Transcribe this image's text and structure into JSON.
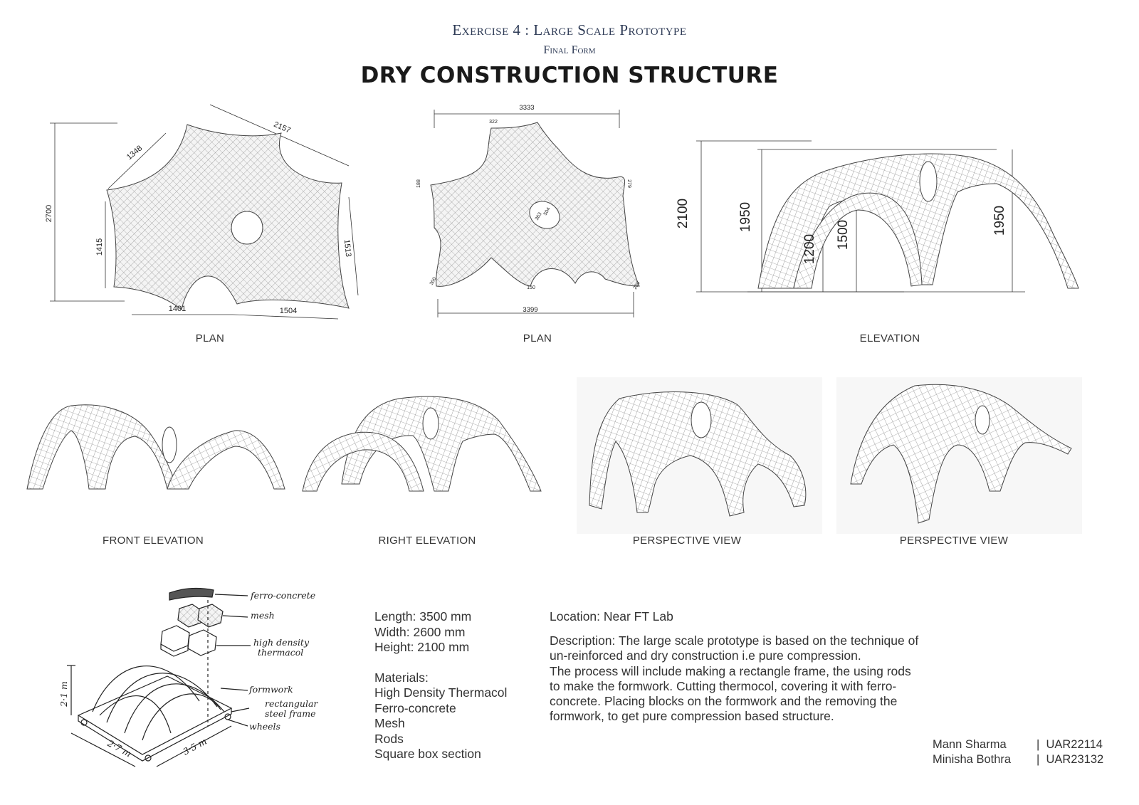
{
  "header": {
    "exercise": "Exercise  4 : Large Scale Prototype",
    "subtitle": "Final Form",
    "title": "DRY CONSTRUCTION STRUCTURE"
  },
  "plan1": {
    "caption": "PLAN",
    "dims": {
      "d2700": "2700",
      "d1348": "1348",
      "d2157": "2157",
      "d1415": "1415",
      "d1513": "1513",
      "d1401": "1401",
      "d1504": "1504"
    }
  },
  "plan2": {
    "caption": "PLAN",
    "dims": {
      "d3333": "3333",
      "d322": "322",
      "d188": "188",
      "d279": "279",
      "d300": "300",
      "d150": "150",
      "d250": "250",
      "d3399": "3399",
      "d363": "363",
      "d504": "504"
    }
  },
  "elevation": {
    "caption": "ELEVATION",
    "dims": {
      "d2100": "2100",
      "d1950a": "1950",
      "d1200": "1200",
      "d1500": "1500",
      "d1950b": "1950"
    }
  },
  "views": {
    "front": "FRONT ELEVATION",
    "right": "RIGHT ELEVATION",
    "persp1": "PERSPECTIVE VIEW",
    "persp2": "PERSPECTIVE VIEW"
  },
  "sketch": {
    "ferro": "ferro-concrete",
    "mesh": "mesh",
    "thermacol1": "high density",
    "thermacol2": "thermacol",
    "formwork": "formwork",
    "frame1": "rectangular",
    "frame2": "steel frame",
    "wheels": "wheels",
    "h": "2·1 m",
    "w": "2·7 m",
    "l": "3·5 m"
  },
  "specs": {
    "length": "Length: 3500 mm",
    "width": "Width: 2600 mm",
    "height": "Height: 2100 mm",
    "materials_label": "Materials:",
    "materials": [
      "High Density Thermacol",
      "Ferro-concrete",
      "Mesh",
      "Rods",
      "Square box section"
    ]
  },
  "location": "Location: Near FT Lab",
  "description": [
    "Description: The large scale prototype is based on the technique of un-reinforced and dry construction i.e pure compression.",
    "The process will include making a rectangle frame, the using rods to make the formwork. Cutting thermocol, covering it with ferro-concrete. Placing blocks on the formwork and the removing the formwork, to get pure compression based structure."
  ],
  "authors": [
    {
      "name": "Mann Sharma",
      "id": "UAR22114"
    },
    {
      "name": "Minisha Bothra",
      "id": "UAR23132"
    }
  ]
}
